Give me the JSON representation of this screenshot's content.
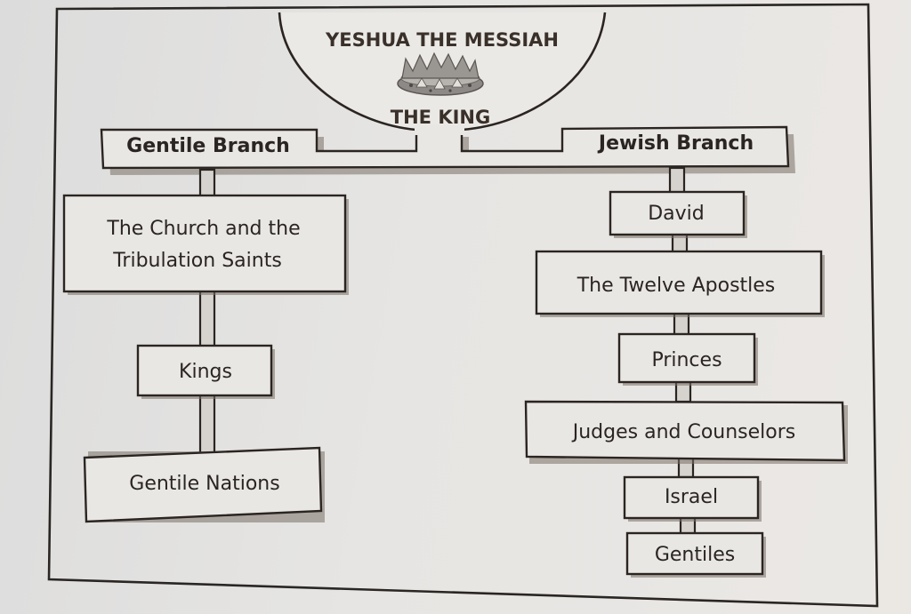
{
  "title": {
    "line1": "YESHUA THE MESSIAH",
    "line2": "THE KING",
    "icon": "crown-icon"
  },
  "branches": {
    "gentile": {
      "label": "Gentile Branch",
      "items": [
        {
          "lines": [
            "The Church and the",
            "Tribulation Saints"
          ]
        },
        {
          "lines": [
            "Kings"
          ]
        },
        {
          "lines": [
            "Gentile Nations"
          ]
        }
      ]
    },
    "jewish": {
      "label": "Jewish Branch",
      "items": [
        {
          "lines": [
            "David"
          ]
        },
        {
          "lines": [
            "The Twelve Apostles"
          ]
        },
        {
          "lines": [
            "Princes"
          ]
        },
        {
          "lines": [
            "Judges and Counselors"
          ]
        },
        {
          "lines": [
            "Israel"
          ]
        },
        {
          "lines": [
            "Gentiles"
          ]
        }
      ]
    }
  },
  "colors": {
    "ink": "#2b2522",
    "paper": "#e9e7e3",
    "connector": "#d6d3cf",
    "title": "#3a302a"
  }
}
